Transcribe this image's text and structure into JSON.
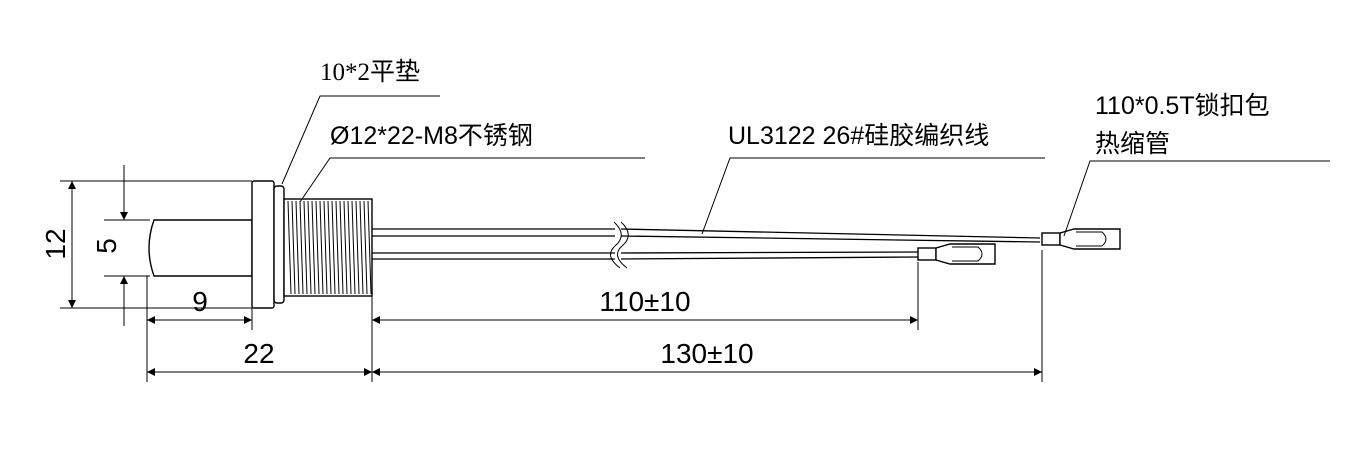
{
  "callouts": {
    "washer": "10*2平垫",
    "fitting": "Ø12*22-M8不锈钢",
    "wire": "UL3122 26#硅胶编织线",
    "sleeve_line1": "110*0.5T锁扣包",
    "sleeve_line2": "热缩管"
  },
  "dimensions": {
    "outer_diameter": "12",
    "probe_diameter": "5",
    "probe_length": "9",
    "fitting_length": "22",
    "short_lead": "110±10",
    "long_lead": "130±10"
  }
}
